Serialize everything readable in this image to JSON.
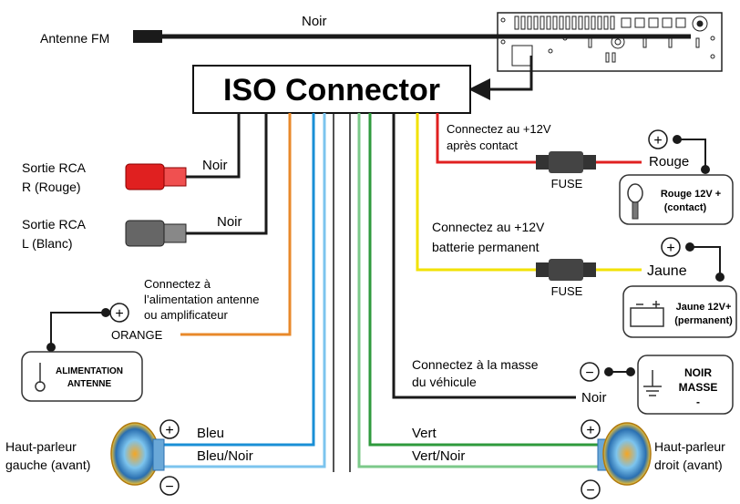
{
  "title": "ISO Connector",
  "antenna": {
    "label": "Antenne FM",
    "wire_label": "Noir"
  },
  "rca": [
    {
      "line1": "Sortie RCA",
      "line2": "R (Rouge)",
      "wire_label": "Noir"
    },
    {
      "line1": "Sortie RCA",
      "line2": "L (Blanc)",
      "wire_label": "Noir"
    }
  ],
  "antenna_power": {
    "note_line1": "Connectez à",
    "note_line2": "l’alimentation antenne",
    "note_line3": "ou amplificateur",
    "wire_label": "ORANGE",
    "device_line1": "ALIMENTATION",
    "device_line2": "ANTENNE",
    "symbol": "+"
  },
  "acc": {
    "note_line1": "Connectez au +12V",
    "note_line2": "après contact",
    "fuse_label": "FUSE",
    "wire_label": "Rouge",
    "symbol": "+",
    "device_line1": "Rouge 12V +",
    "device_line2": "(contact)"
  },
  "battery": {
    "note_line1": "Connectez au +12V",
    "note_line2": "batterie permanent",
    "fuse_label": "FUSE",
    "wire_label": "Jaune",
    "symbol": "+",
    "device_line1": "Jaune 12V+",
    "device_line2": "(permanent)"
  },
  "ground": {
    "note_line1": "Connectez à la masse",
    "note_line2": "du véhicule",
    "wire_label": "Noir",
    "symbol": "−",
    "device_line1": "NOIR",
    "device_line2": "MASSE",
    "device_line3": "-"
  },
  "speaker_left": {
    "line1": "Haut-parleur",
    "line2": "gauche (avant)",
    "pos_label": "Bleu",
    "neg_label": "Bleu/Noir",
    "plus": "+",
    "minus": "−"
  },
  "speaker_right": {
    "line1": "Haut-parleur",
    "line2": "droit (avant)",
    "pos_label": "Vert",
    "neg_label": "Vert/Noir",
    "plus": "+",
    "minus": "−"
  },
  "colors": {
    "black": "#1a1a1a",
    "red": "#e02020",
    "orange": "#e8892a",
    "yellow": "#f2e200",
    "blue": "#1a8fd6",
    "light_blue": "#7cc4ee",
    "green": "#2e9a3c",
    "light_green": "#7cc98a"
  }
}
